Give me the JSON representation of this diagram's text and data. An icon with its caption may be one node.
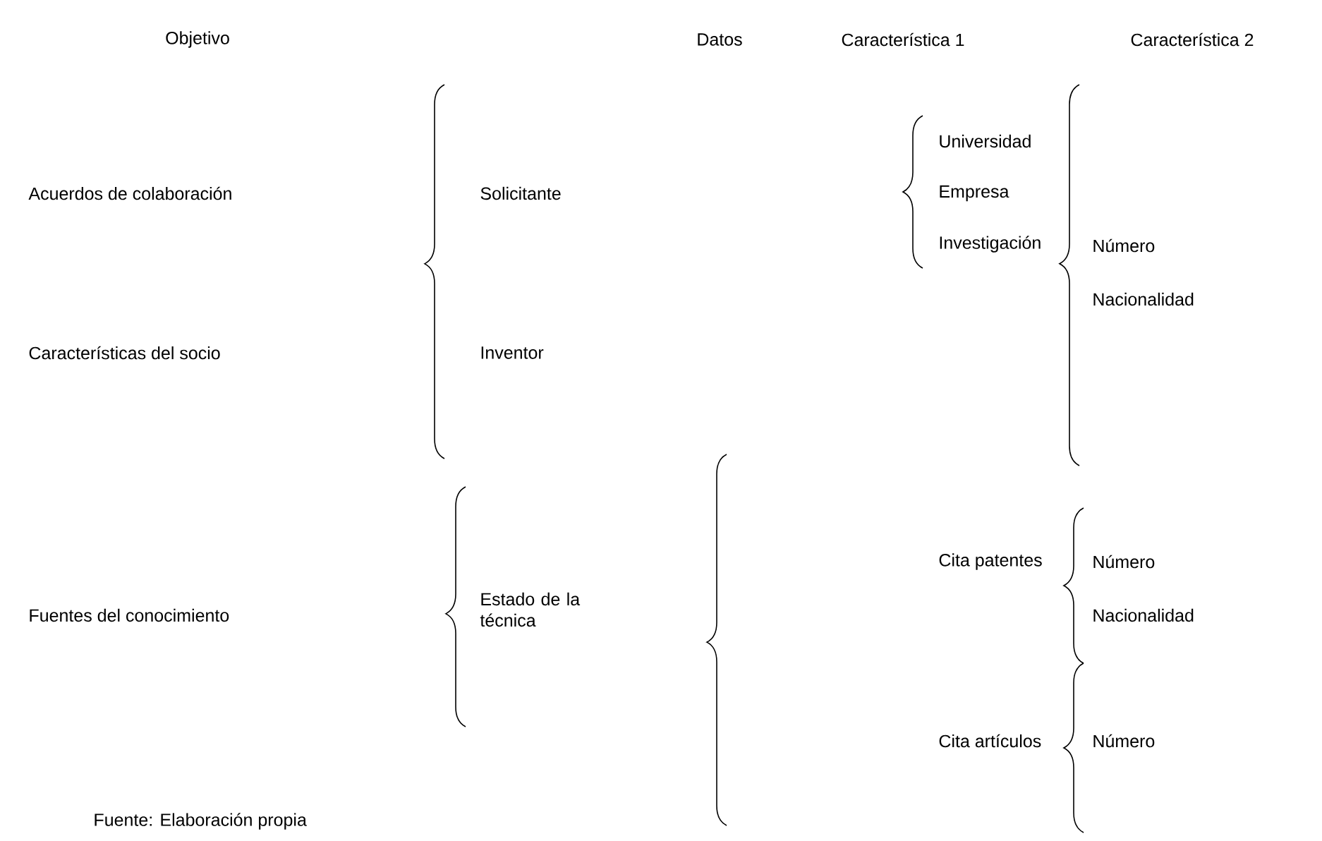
{
  "diagram": {
    "caption": "Fuente: Elaboración propia",
    "labels": [
      "Objetivo",
      "Datos",
      "Característica 1",
      "Característica 2",
      "Universidad",
      "Acuerdos de colaboración",
      "Solicitante",
      "Empresa",
      "Investigación",
      "Número",
      "Nacionalidad",
      "Características del socio",
      "Inventor",
      "Cita patentes",
      "Número",
      "Fuentes del conocimiento",
      "Estado de la técnica",
      "Nacionalidad",
      "Cita artículos",
      "Número"
    ]
  }
}
